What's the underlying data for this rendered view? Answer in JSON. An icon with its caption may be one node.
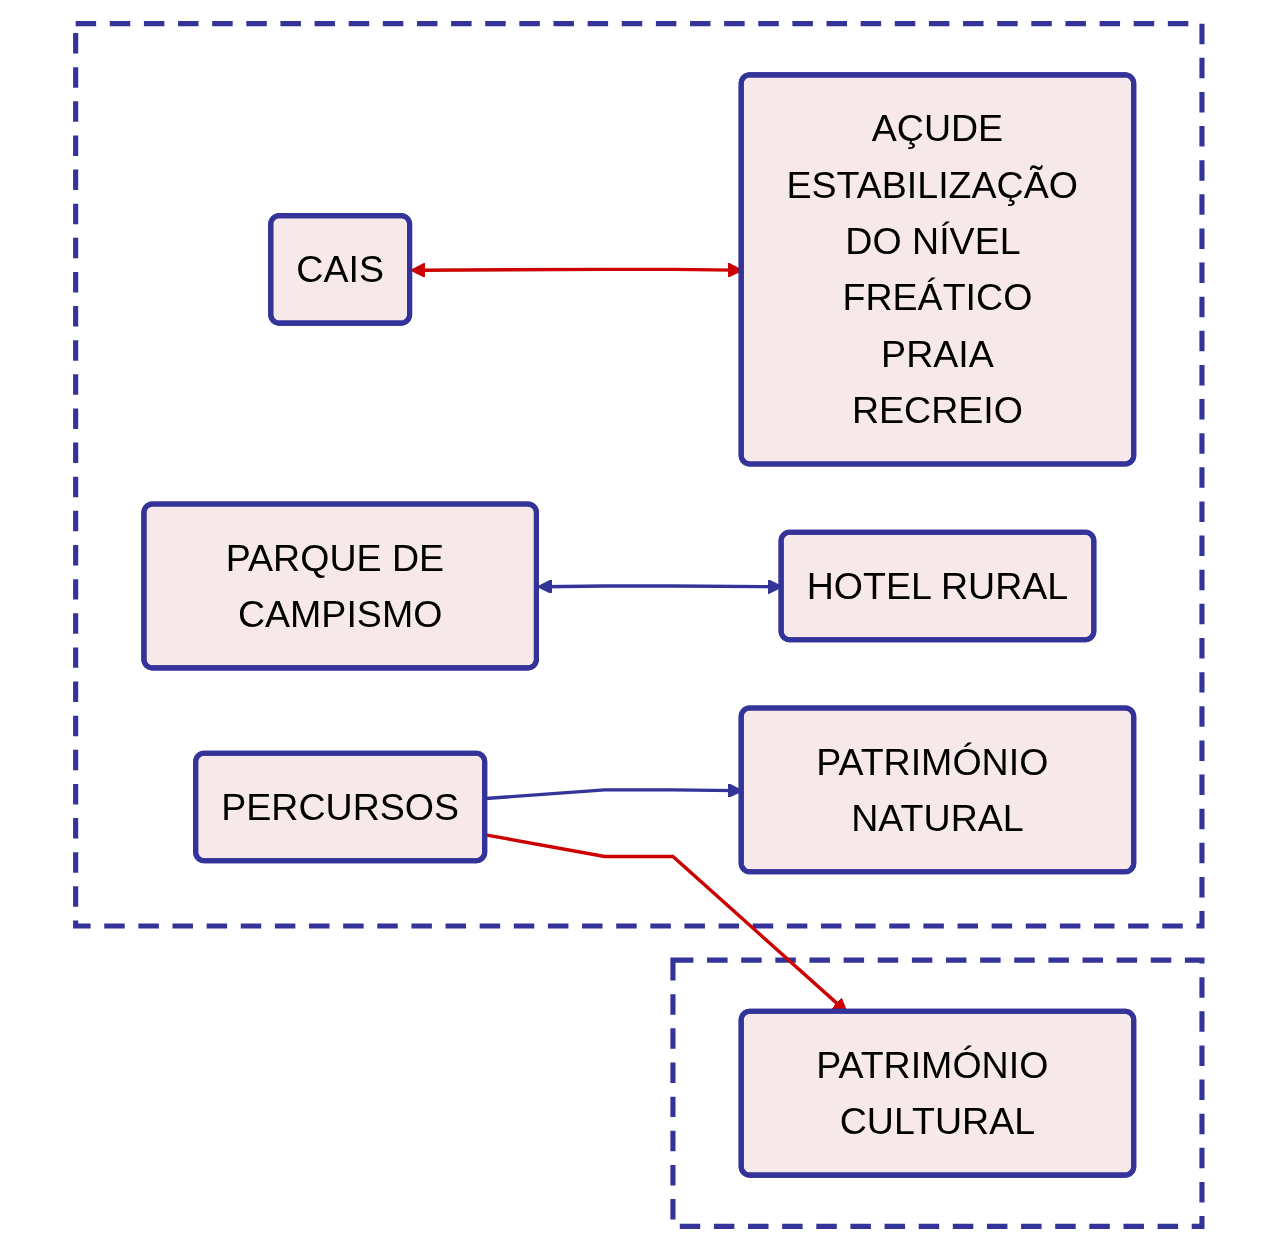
{
  "diagram": {
    "nodes": [
      {
        "text": [],
        "shape": "box"
      },
      {
        "text": [
          "PARQUE DE CAMPISMO"
        ],
        "in": 0
      },
      {
        "text": [
          "AÇUDE",
          "ESTABILIZAÇÃO DO NÍVEL FREÁTICO",
          "PRAIA",
          "RECREIO"
        ],
        "in": 0
      },
      {
        "text": [
          "CAIS"
        ],
        "in": 0
      },
      {
        "text": [
          "HOTEL RURAL"
        ],
        "in": 0
      },
      {
        "text": [
          "PERCURSOS"
        ],
        "in": 0
      },
      {
        "text": [
          "PATRIMÓNIO NATURAL"
        ],
        "in": 0
      },
      {
        "text": [],
        "shape": "box"
      },
      {
        "text": [
          "PATRIMÓNIO CULTURAL"
        ],
        "in": 7
      }
    ],
    "edges": [
      {
        "from": 1,
        "to": 4,
        "arrow": "both",
        "color": "#333399"
      },
      {
        "from": 3,
        "to": 2,
        "arrow": "both",
        "color": "#cc0000"
      },
      {
        "from": 5,
        "to": 6,
        "arrow": "to",
        "color": "#333399"
      },
      {
        "from": 5,
        "to": 8,
        "arrow": "to",
        "color": "#cc0000"
      }
    ]
  }
}
